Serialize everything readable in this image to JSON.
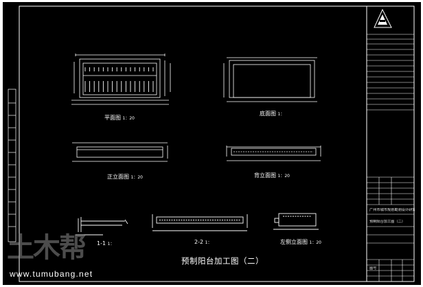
{
  "drawing": {
    "title": "预制阳台加工图（二）",
    "views": {
      "plan": "平面图",
      "plan_scale": "1：20",
      "bottom": "底面图",
      "bottom_scale": "1：",
      "front": "正立面图",
      "front_scale": "1：20",
      "back": "背立面图",
      "back_scale": "1：20",
      "section_1": "1-1",
      "section_1_scale": "1：",
      "section_2": "2-2",
      "section_2_scale": "1：",
      "detail": "左侧立面图",
      "detail_scale": "1：20"
    }
  },
  "title_block": {
    "firm": "广州市城市规划勘测设计研究院",
    "drawing_name": "预制阳台加工图（二）",
    "footer_label": "图号"
  },
  "watermark": {
    "brand": "土木帮",
    "url": "www.tumubang.net"
  },
  "colors": {
    "paper": "#000000",
    "lines": "#ffffff",
    "outer": "#ffffff"
  }
}
